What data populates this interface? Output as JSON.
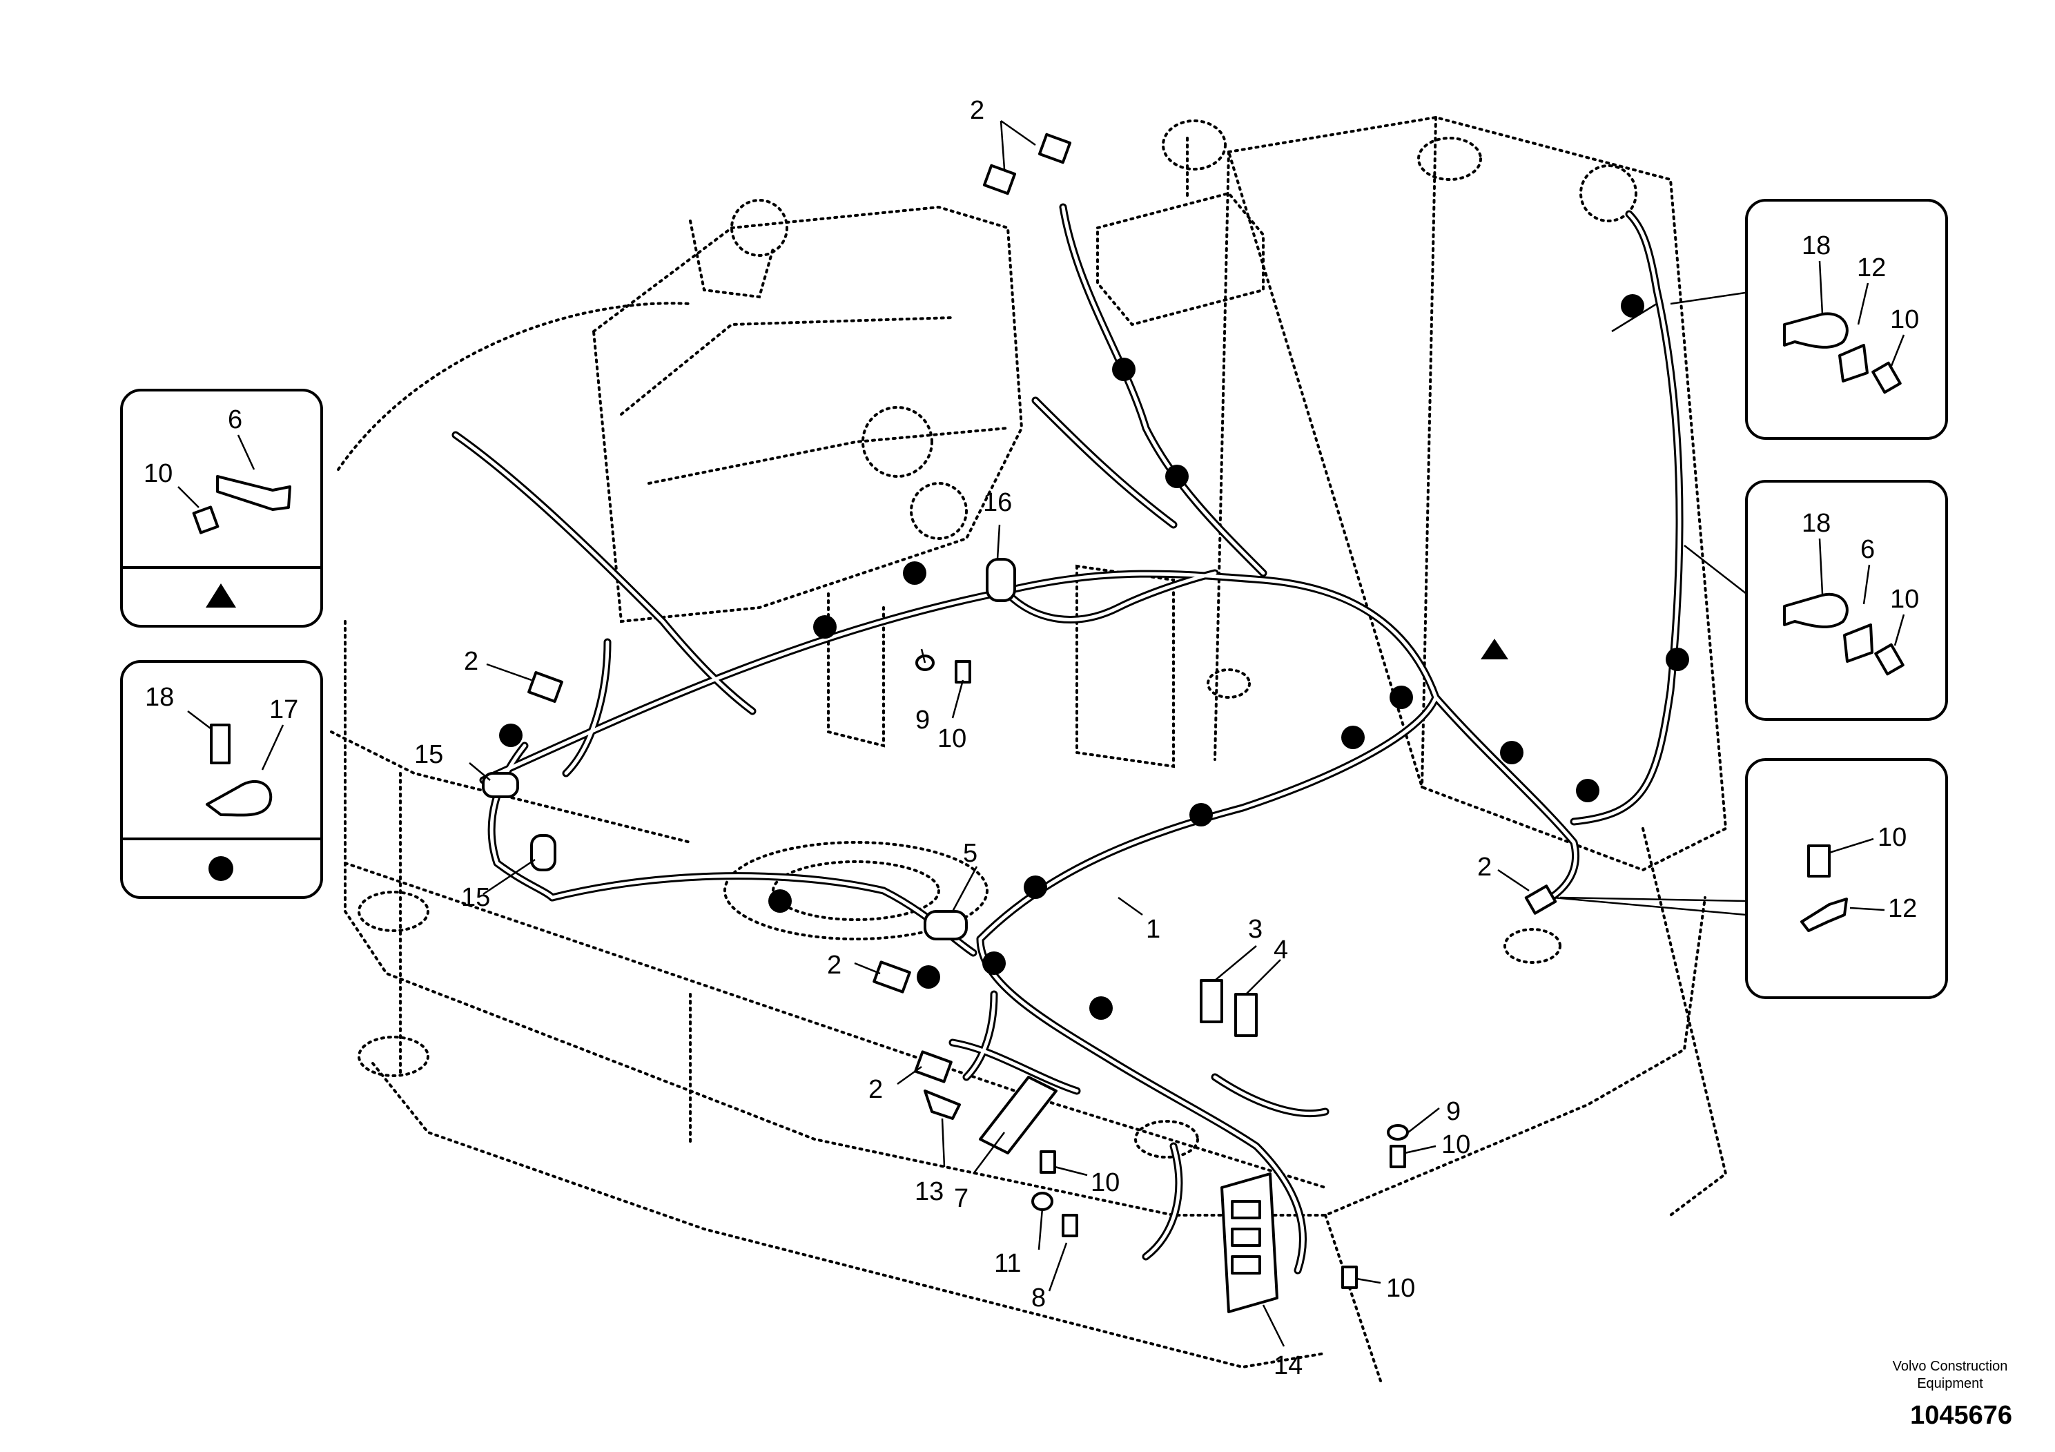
{
  "callouts": {
    "c1": "1",
    "c2_top": "2",
    "c2_left": "2",
    "c2_mid": "2",
    "c2_low": "2",
    "c2_right": "2",
    "c3": "3",
    "c4": "4",
    "c5": "5",
    "c7": "7",
    "c8": "8",
    "c9_a": "9",
    "c9_b": "9",
    "c10_a": "10",
    "c10_b": "10",
    "c10_c": "10",
    "c10_d": "10",
    "c11": "11",
    "c13": "13",
    "c14": "14",
    "c15_a": "15",
    "c15_b": "15",
    "c16": "16"
  },
  "detail_boxes": {
    "triangle_kit": {
      "labels": [
        "6",
        "10"
      ]
    },
    "dot_kit": {
      "labels": [
        "18",
        "17"
      ]
    },
    "upper_right": {
      "labels": [
        "18",
        "12",
        "10"
      ]
    },
    "mid_right": {
      "labels": [
        "18",
        "6",
        "10"
      ]
    },
    "lower_right": {
      "labels": [
        "10",
        "12"
      ]
    }
  },
  "footer": {
    "brand_line1": "Volvo Construction",
    "brand_line2": "Equipment",
    "doc_number": "1045676"
  }
}
